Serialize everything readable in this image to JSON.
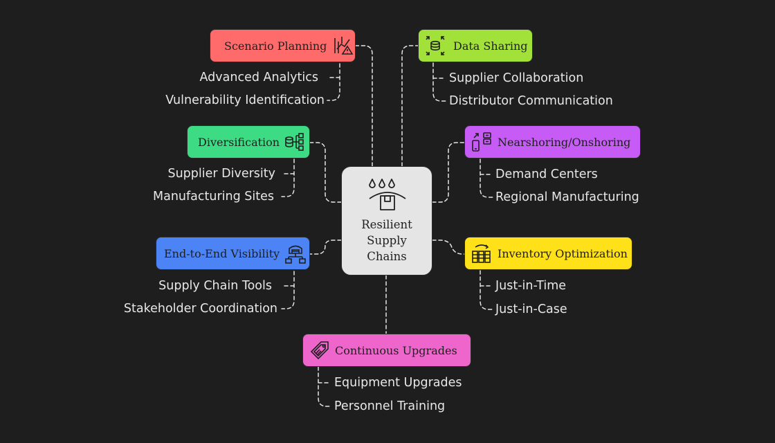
{
  "center": {
    "lines": [
      "Resilient",
      "Supply",
      "Chains"
    ],
    "icon": "weather-box-icon"
  },
  "branches": {
    "scenario": {
      "label": "Scenario Planning",
      "color": "#ff6b6b",
      "icon": "chart-warning-icon",
      "items": [
        "Advanced Analytics",
        "Vulnerability Identification"
      ]
    },
    "diversification": {
      "label": "Diversification",
      "color": "#3ddc84",
      "icon": "network-nodes-icon",
      "items": [
        "Supplier Diversity",
        "Manufacturing Sites"
      ]
    },
    "visibility": {
      "label": "End-to-End Visibility",
      "color": "#4c83f5",
      "icon": "warehouse-network-icon",
      "items": [
        "Supply Chain Tools",
        "Stakeholder Coordination"
      ]
    },
    "upgrades": {
      "label": "Continuous Upgrades",
      "color": "#ee66cc",
      "icon": "upgrade-tag-icon",
      "items": [
        "Equipment Upgrades",
        "Personnel Training"
      ]
    },
    "sharing": {
      "label": "Data Sharing",
      "color": "#a2e03a",
      "icon": "database-share-icon",
      "items": [
        "Supplier Collaboration",
        "Distributor Communication"
      ]
    },
    "nearshoring": {
      "label": "Nearshoring/Onshoring",
      "color": "#c65cf5",
      "icon": "mobile-server-icon",
      "items": [
        "Demand Centers",
        "Regional Manufacturing"
      ]
    },
    "inventory": {
      "label": "Inventory Optimization",
      "color": "#ffe11a",
      "icon": "inventory-bars-icon",
      "items": [
        "Just-in-Time",
        "Just-in-Case"
      ]
    }
  }
}
